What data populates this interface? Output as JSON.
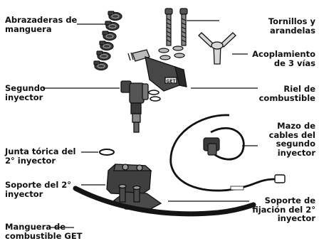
{
  "labels": {
    "hose_clamps": "Abrazaderas de\nmanguera",
    "screws_washers": "Tornillos y\narandelas",
    "three_way_coupling": "Acoplamiento\nde 3 vías",
    "fuel_rail": "Riel de\ncombustible",
    "second_injector": "Segundo\ninyector",
    "wiring_harness": "Mazo de\ncables del\nsegundo\ninyector",
    "o_ring": "Junta tórica del\n2° inyector",
    "bracket": "Soporte del 2°\ninyector",
    "mount_bracket": "Soporte de\nfijación del 2°\ninyector",
    "fuel_hose": "Manguera de\ncombustible GET"
  },
  "rail_badge": "GET",
  "colors": {
    "ink": "#111111",
    "part_fill": "#4a4a4a",
    "highlight": "#9a9a9a"
  }
}
